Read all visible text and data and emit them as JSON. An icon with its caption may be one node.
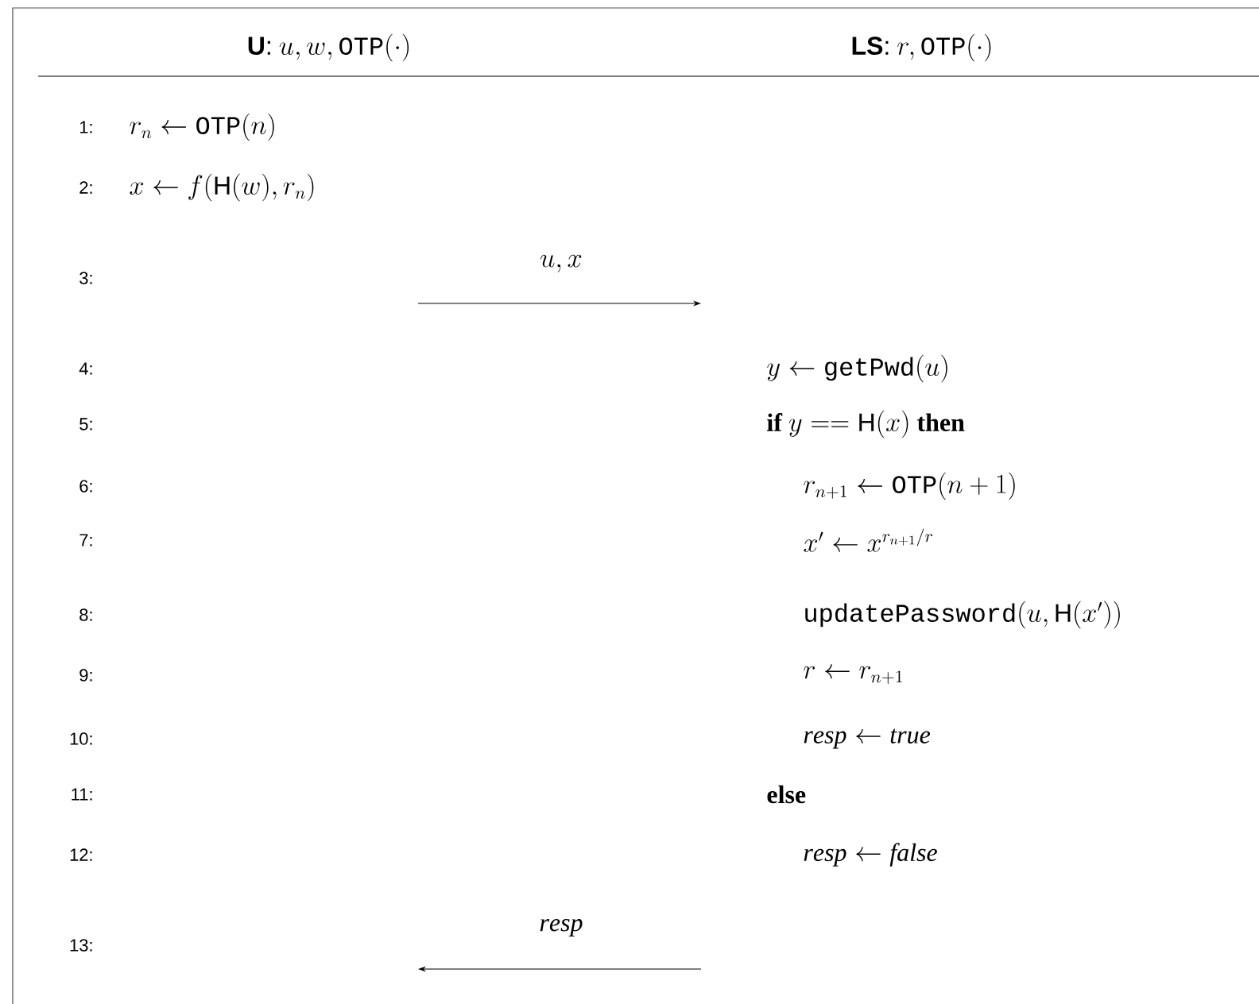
{
  "diagram": {
    "labels": [
      "\\textsf{\\textbf{U}}\\textsf{:}\\ u, w, \\mathtt{OTP}(\\cdot)",
      "\\textsf{\\textbf{LS}}\\textsf{:}\\ r, \\mathtt{OTP}(\\cdot)",
      "1:",
      "r_n \\leftarrow \\mathtt{OTP}(n)",
      "2:",
      "x \\leftarrow f(\\mathsf{H}(w), r_n)",
      "3:",
      "u, x",
      "4:",
      "y \\leftarrow \\mathtt{getPwd}(u)",
      "5:",
      "\\textbf{if}\\ y == \\mathsf{H}(x)\\ \\textbf{then}",
      "6:",
      "r_{n+1} \\leftarrow \\mathtt{OTP}(n+1)",
      "7:",
      "x' \\leftarrow x^{r_{n+1}/r}",
      "8:",
      "\\mathtt{updatePassword}(u, \\mathsf{H}(x'))",
      "9:",
      "r \\leftarrow r_{n+1}",
      "10:",
      "\\mathit{resp} \\leftarrow \\mathit{true}",
      "11:",
      "\\textbf{else}",
      "12:",
      "\\mathit{resp} \\leftarrow \\mathit{false}",
      "13:",
      "\\mathit{resp}"
    ]
  }
}
